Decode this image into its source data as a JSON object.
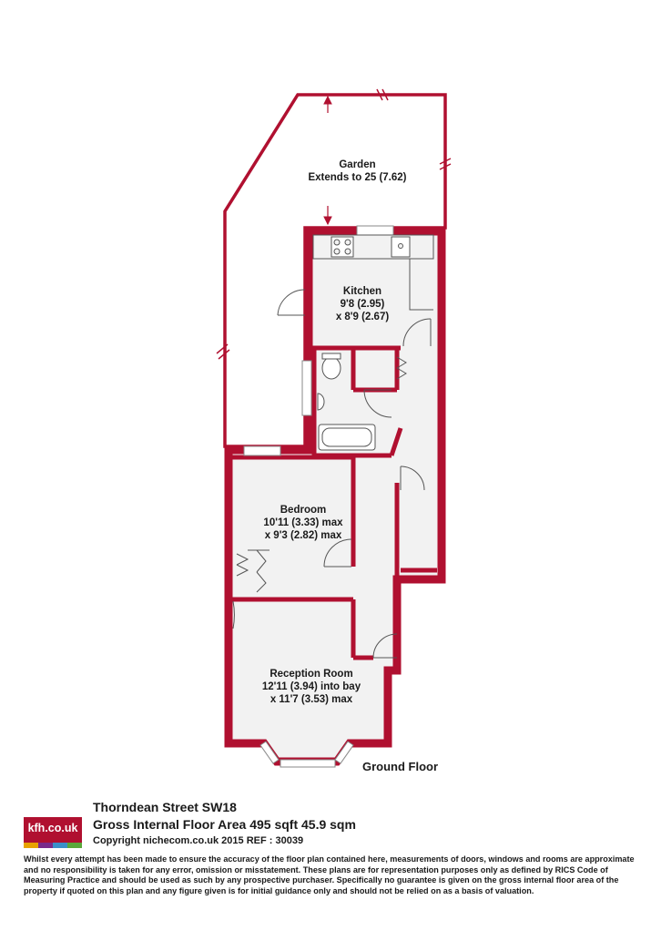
{
  "rooms": {
    "garden": {
      "name": "Garden",
      "size": "Extends to 25 (7.62)"
    },
    "kitchen": {
      "name": "Kitchen",
      "size1": "9'8 (2.95)",
      "size2": "x 8'9 (2.67)"
    },
    "bedroom": {
      "name": "Bedroom",
      "size1": "10'11 (3.33) max",
      "size2": "x 9'3 (2.82) max"
    },
    "reception": {
      "name": "Reception Room",
      "size1": "12'11 (3.94) into bay",
      "size2": "x 11'7 (3.53) max"
    }
  },
  "floor_label": "Ground Floor",
  "footer": {
    "logo_text": "kfh.co.uk",
    "logo_colors": [
      "#e8a200",
      "#7a2a8a",
      "#3a8fc8",
      "#5aa83a"
    ],
    "address": "Thorndean Street  SW18",
    "area": "Gross Internal Floor Area 495 sqft 45.9 sqm",
    "copyright": "Copyright nichecom.co.uk 2015 REF : 30039",
    "disclaimer": "Whilst every attempt has been made to ensure the accuracy of the floor plan contained here, measurements of doors, windows and rooms are approximate and no responsibility is taken for any error, omission or misstatement.  These plans are for representation purposes only as defined by RICS Code of Measuring Practice and should be used as such by any prospective purchaser.  Specifically no guarantee is given on the gross internal floor area of the property if quoted on this plan and any figure given is for initial guidance only and should not be relied on as a basis of valuation."
  },
  "colors": {
    "wall": "#b01030",
    "floor": "#f2f2f2",
    "fixture": "#555555"
  }
}
